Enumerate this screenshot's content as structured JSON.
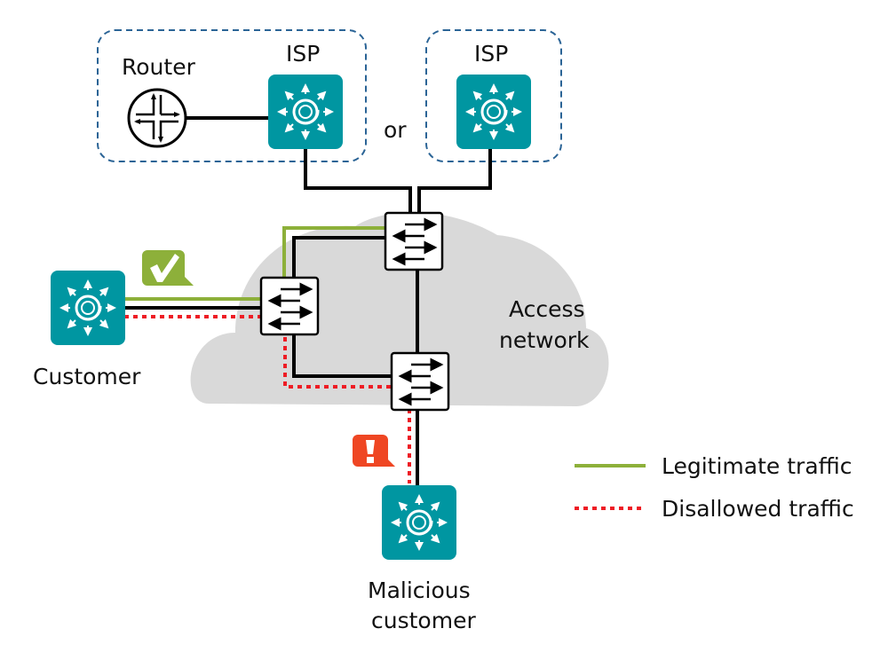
{
  "labels": {
    "router": "Router",
    "isp_left": "ISP",
    "isp_right": "ISP",
    "or": "or",
    "access_network_line1": "Access",
    "access_network_line2": "network",
    "customer": "Customer",
    "malicious_line1": "Malicious",
    "malicious_line2": "customer"
  },
  "legend": {
    "items": [
      {
        "label": "Legitimate traffic",
        "style": "solid",
        "color": "#8db03a"
      },
      {
        "label": "Disallowed traffic",
        "style": "dotted",
        "color": "#ee1c24"
      }
    ]
  },
  "badges": {
    "ok": {
      "icon": "checkmark-icon",
      "color": "#8db03a"
    },
    "alert": {
      "icon": "exclamation-icon",
      "color": "#ef4623"
    }
  },
  "colors": {
    "device_teal": "#0096a1",
    "cloud_gray": "#d9d9d9",
    "group_border": "#2b6496",
    "wire": "#000000"
  }
}
